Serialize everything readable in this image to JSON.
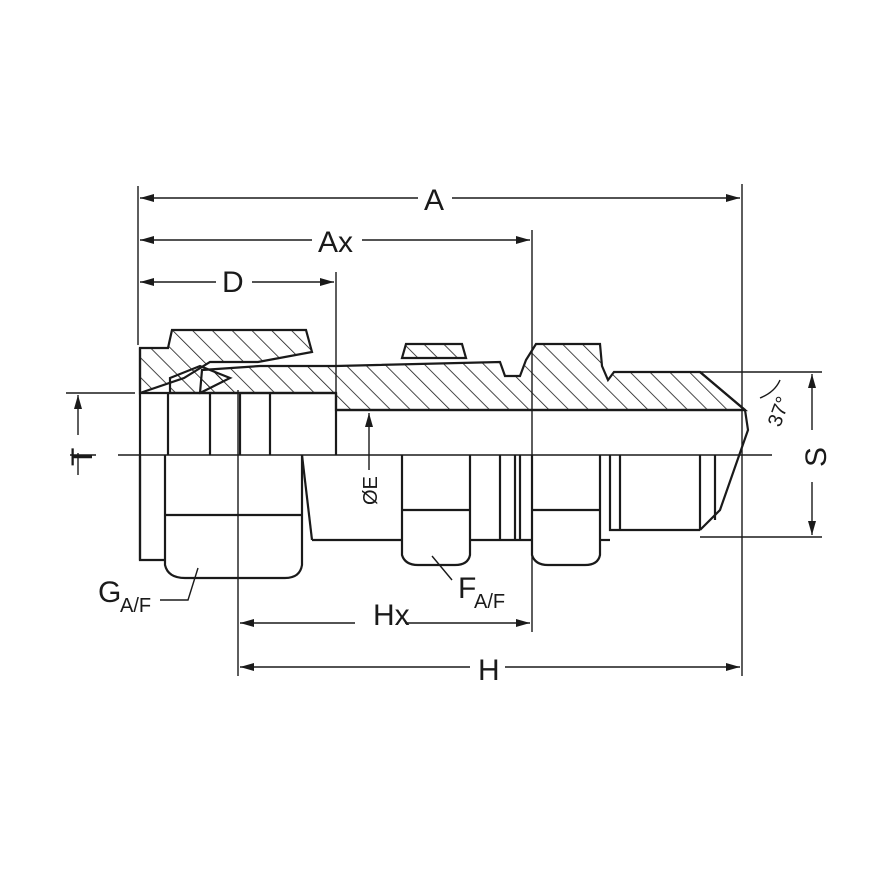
{
  "title": "Bulkhead tube fitting dimension drawing",
  "dimensions": {
    "A": "A",
    "Ax": "Ax",
    "D": "D",
    "T": "T",
    "S": "S",
    "E": "ØE",
    "G": {
      "main": "G",
      "sub": "A/F"
    },
    "F": {
      "main": "F",
      "sub": "A/F"
    },
    "Hx": "Hx",
    "H": "H",
    "angle": "37°"
  },
  "colors": {
    "ink": "#1a1a1a",
    "background": "#ffffff"
  }
}
